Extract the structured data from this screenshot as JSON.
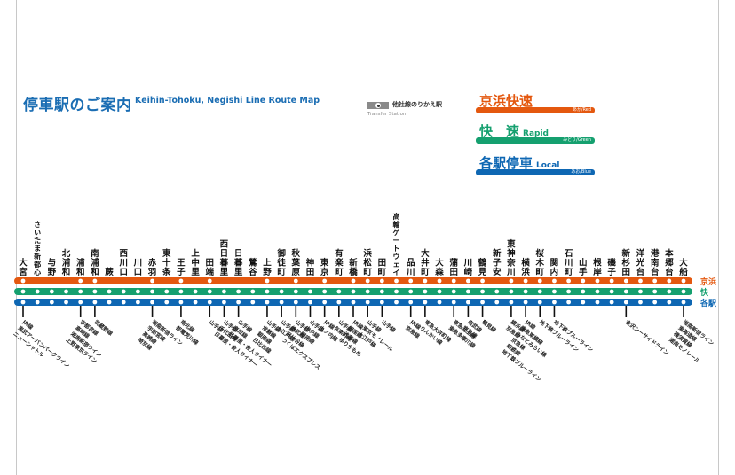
{
  "title_jp": "停車駅のご案内",
  "title_en": "Keihin-Tohoku, Negishi Line Route Map",
  "transfer_legend": {
    "jp": "他社線のりかえ駅",
    "en": "Transfer Station"
  },
  "colors": {
    "red": "#e4580f",
    "green": "#15a06f",
    "blue": "#0e67b3"
  },
  "services": [
    {
      "jp": "京浜快速",
      "en": "",
      "sub": "あか/Red",
      "color": "#e4580f"
    },
    {
      "jp": "快　速",
      "en": "Rapid",
      "sub": "みどり/Green",
      "color": "#15a06f"
    },
    {
      "jp": "各駅停車",
      "en": "Local",
      "sub": "あお/Blue",
      "color": "#0e67b3"
    }
  ],
  "route_labels": [
    "京浜",
    "快",
    "各駅"
  ],
  "stations": [
    {
      "name": "大宮",
      "red": true,
      "green": true,
      "tr": true,
      "t": [
        "JR線",
        "東武アーバンパークライン",
        "ニューシャトル"
      ]
    },
    {
      "name": "さいたま新都心",
      "red": false,
      "green": true,
      "tr": false,
      "t": []
    },
    {
      "name": "与野",
      "red": false,
      "green": true,
      "tr": false,
      "t": []
    },
    {
      "name": "北浦和",
      "red": false,
      "green": true,
      "tr": false,
      "t": []
    },
    {
      "name": "浦和",
      "red": true,
      "green": true,
      "tr": true,
      "t": [
        "宇都宮線",
        "高崎線",
        "湘南新宿ライン",
        "上野東京ライン"
      ]
    },
    {
      "name": "南浦和",
      "red": true,
      "green": true,
      "tr": true,
      "t": [
        "武蔵野線"
      ]
    },
    {
      "name": "蕨",
      "red": false,
      "green": true,
      "tr": false,
      "t": []
    },
    {
      "name": "西川口",
      "red": false,
      "green": true,
      "tr": false,
      "t": []
    },
    {
      "name": "川口",
      "red": false,
      "green": true,
      "tr": false,
      "t": []
    },
    {
      "name": "赤羽",
      "red": true,
      "green": true,
      "tr": true,
      "t": [
        "湘南新宿ライン",
        "宇都宮線",
        "高崎線",
        "埼京線"
      ]
    },
    {
      "name": "東十条",
      "red": false,
      "green": true,
      "tr": false,
      "t": []
    },
    {
      "name": "王子",
      "red": true,
      "green": true,
      "tr": true,
      "t": [
        "南北線",
        "都電荒川線"
      ]
    },
    {
      "name": "上中里",
      "red": false,
      "green": true,
      "tr": false,
      "t": []
    },
    {
      "name": "田端",
      "red": true,
      "green": true,
      "tr": true,
      "t": [
        "山手線"
      ]
    },
    {
      "name": "西日暮里",
      "red": false,
      "green": true,
      "tr": true,
      "t": [
        "山手線",
        "千代田線",
        "日暮里・舎人ライナー"
      ]
    },
    {
      "name": "日暮里",
      "red": false,
      "green": true,
      "tr": true,
      "t": [
        "山手線",
        "京成線",
        "日暮里・舎人ライナー"
      ]
    },
    {
      "name": "鶯谷",
      "red": false,
      "green": true,
      "tr": false,
      "t": []
    },
    {
      "name": "上野",
      "red": true,
      "green": true,
      "tr": true,
      "t": [
        "山手線",
        "常磐線",
        "銀座線",
        "日比谷線"
      ]
    },
    {
      "name": "御徒町",
      "red": false,
      "green": true,
      "tr": true,
      "t": [
        "山手線",
        "大江戸線"
      ]
    },
    {
      "name": "秋葉原",
      "red": true,
      "green": true,
      "tr": true,
      "t": [
        "山手線",
        "総武線",
        "日比谷線",
        "つくばエクスプレス"
      ]
    },
    {
      "name": "神田",
      "red": false,
      "green": true,
      "tr": true,
      "t": [
        "山手線",
        "中央線",
        "銀座線"
      ]
    },
    {
      "name": "東京",
      "red": true,
      "green": true,
      "tr": true,
      "t": [
        "JR線",
        "丸ノ内線"
      ]
    },
    {
      "name": "有楽町",
      "red": false,
      "green": true,
      "tr": true,
      "t": [
        "山手線",
        "有楽町線"
      ]
    },
    {
      "name": "新橋",
      "red": true,
      "green": true,
      "tr": true,
      "t": [
        "JR線",
        "銀座線",
        "浅草線",
        "ゆりかもめ"
      ]
    },
    {
      "name": "浜松町",
      "red": true,
      "green": true,
      "tr": true,
      "t": [
        "山手線",
        "東京モノレール",
        "大江戸線"
      ]
    },
    {
      "name": "田町",
      "red": true,
      "green": true,
      "tr": true,
      "t": [
        "山手線"
      ]
    },
    {
      "name": "高輪ゲートウェイ",
      "red": true,
      "green": true,
      "tr": false,
      "t": []
    },
    {
      "name": "品川",
      "red": true,
      "green": true,
      "tr": true,
      "t": [
        "JR線",
        "京急線"
      ]
    },
    {
      "name": "大井町",
      "red": true,
      "green": true,
      "tr": true,
      "t": [
        "東急大井町線",
        "りんかい線"
      ]
    },
    {
      "name": "大森",
      "red": true,
      "green": true,
      "tr": false,
      "t": []
    },
    {
      "name": "蒲田",
      "red": true,
      "green": true,
      "tr": true,
      "t": [
        "東急池上線",
        "東急多摩川線"
      ]
    },
    {
      "name": "川崎",
      "red": true,
      "green": true,
      "tr": true,
      "t": [
        "南武線",
        "京急線"
      ]
    },
    {
      "name": "鶴見",
      "red": true,
      "green": true,
      "tr": true,
      "t": [
        "鶴見線"
      ]
    },
    {
      "name": "新子安",
      "red": false,
      "green": true,
      "tr": false,
      "t": []
    },
    {
      "name": "東神奈川",
      "red": true,
      "green": true,
      "tr": true,
      "t": [
        "横浜線",
        "京急線"
      ]
    },
    {
      "name": "横浜",
      "red": true,
      "green": true,
      "tr": true,
      "t": [
        "JR線",
        "東急東横線",
        "みなとみらい線",
        "京急線",
        "相鉄線",
        "地下鉄ブルーライン"
      ]
    },
    {
      "name": "桜木町",
      "red": true,
      "green": true,
      "tr": true,
      "t": [
        "地下鉄ブルーライン"
      ]
    },
    {
      "name": "関内",
      "red": true,
      "green": true,
      "tr": true,
      "t": [
        "地下鉄ブルーライン"
      ]
    },
    {
      "name": "石川町",
      "red": true,
      "green": true,
      "tr": false,
      "t": []
    },
    {
      "name": "山手",
      "red": true,
      "green": true,
      "tr": false,
      "t": []
    },
    {
      "name": "根岸",
      "red": true,
      "green": true,
      "tr": false,
      "t": []
    },
    {
      "name": "磯子",
      "red": true,
      "green": true,
      "tr": false,
      "t": []
    },
    {
      "name": "新杉田",
      "red": true,
      "green": true,
      "tr": true,
      "t": [
        "金沢シーサイドライン"
      ]
    },
    {
      "name": "洋光台",
      "red": true,
      "green": true,
      "tr": false,
      "t": []
    },
    {
      "name": "港南台",
      "red": true,
      "green": true,
      "tr": false,
      "t": []
    },
    {
      "name": "本郷台",
      "red": true,
      "green": true,
      "tr": false,
      "t": []
    },
    {
      "name": "大船",
      "red": true,
      "green": true,
      "tr": true,
      "t": [
        "湘南新宿ライン",
        "東海道線",
        "横須賀線",
        "湘南モノレール"
      ]
    }
  ]
}
